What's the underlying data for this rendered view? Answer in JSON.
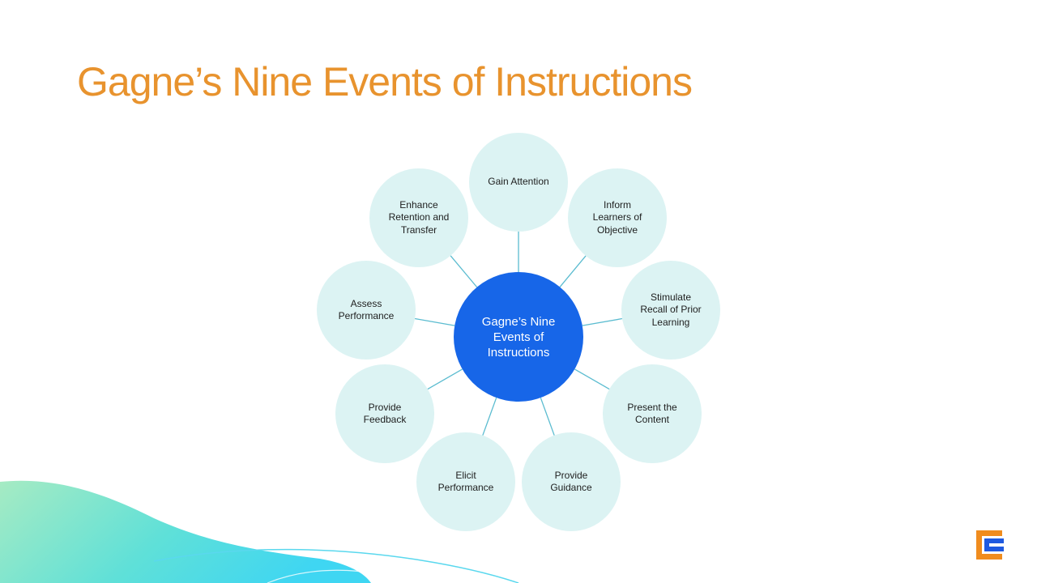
{
  "slide": {
    "title": "Gagne’s Nine Events of Instructions",
    "title_color": "#e8932e"
  },
  "diagram": {
    "center": {
      "label": "Gagne’s Nine\nEvents of\nInstructions",
      "color": "#1766e8"
    },
    "node_color": "#dcf3f3",
    "connector_color": "#5bbcd0",
    "nodes": [
      {
        "id": "gain-attention",
        "label": "Gain Attention"
      },
      {
        "id": "inform-learners",
        "label": "Inform\nLearners of\nObjective"
      },
      {
        "id": "stimulate-recall",
        "label": "Stimulate\nRecall of Prior\nLearning"
      },
      {
        "id": "present-content",
        "label": "Present the\nContent"
      },
      {
        "id": "provide-guidance",
        "label": "Provide\nGuidance"
      },
      {
        "id": "elicit-performance",
        "label": "Elicit\nPerformance"
      },
      {
        "id": "provide-feedback",
        "label": "Provide\nFeedback"
      },
      {
        "id": "assess-performance",
        "label": "Assess\nPerformance"
      },
      {
        "id": "enhance-retention",
        "label": "Enhance\nRetention and\nTransfer"
      }
    ]
  },
  "logo": {
    "icon": "e-logo-icon",
    "colors": [
      "#f08c1e",
      "#1f5ae0"
    ]
  }
}
